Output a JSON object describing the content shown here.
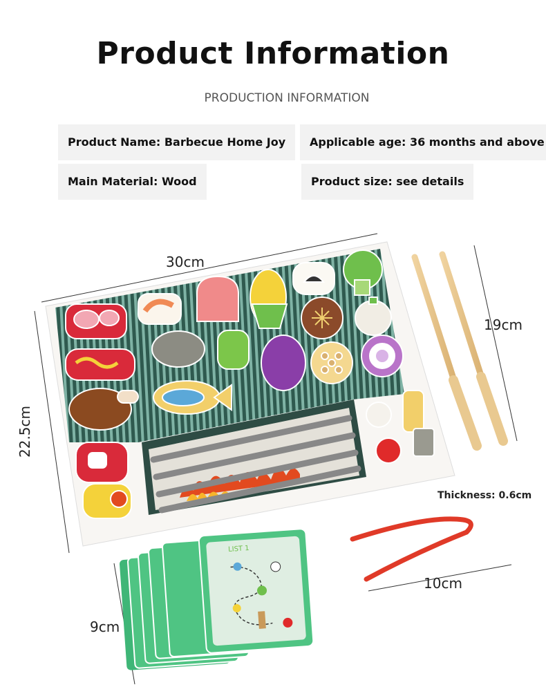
{
  "header": {
    "title": "Product Information",
    "subtitle": "PRODUCTION INFORMATION"
  },
  "specs": {
    "product_name": "Product Name: Barbecue Home Joy",
    "applicable_age": "Applicable age: 36 months and above",
    "main_material": "Main Material: Wood",
    "product_size": "Product size: see details"
  },
  "dimensions": {
    "width": "30cm",
    "depth": "22.5cm",
    "stick_length": "19cm",
    "thickness": "Thickness: 0.6cm",
    "tongs_length": "10cm",
    "card_height": "9cm"
  },
  "card": {
    "title": "LIST 1"
  },
  "colors": {
    "grill_green": "#2f5a4f",
    "stripe": "#7fb3a5",
    "card_green": "#4fc483",
    "tongs_red": "#e03a28",
    "wood": "#e6c48a"
  }
}
